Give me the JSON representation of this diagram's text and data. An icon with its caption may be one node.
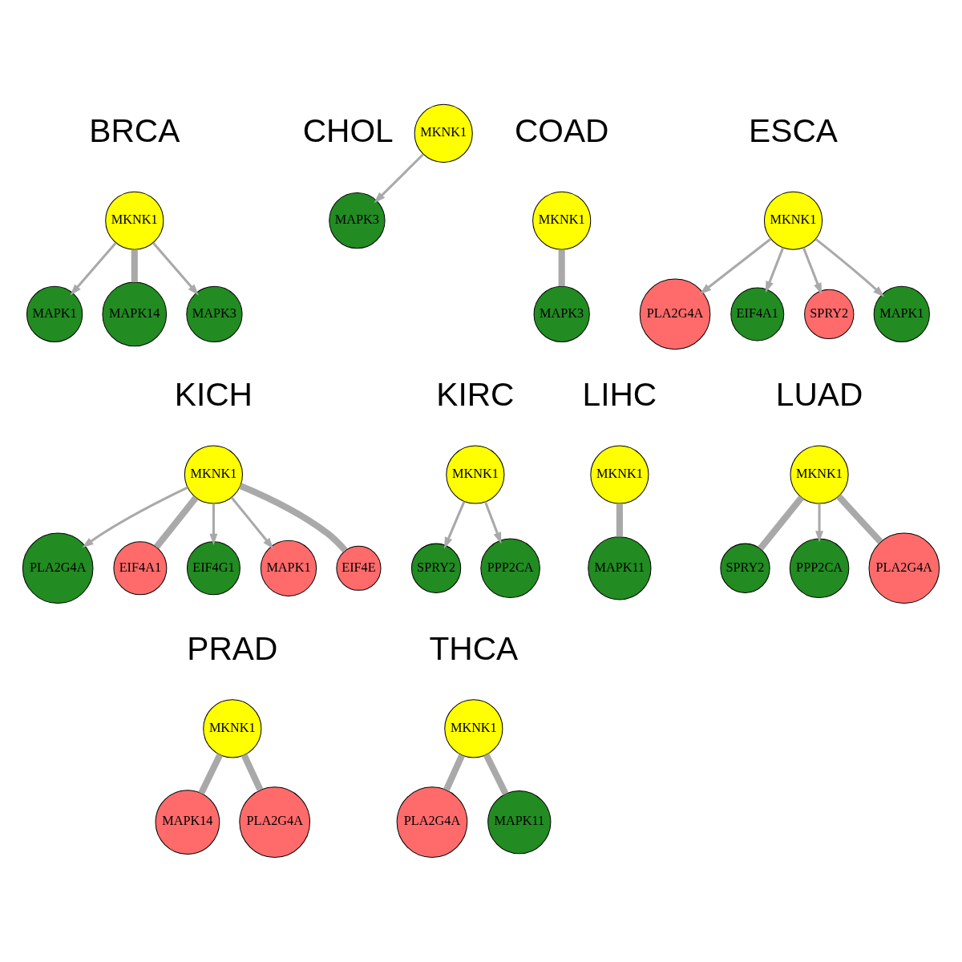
{
  "diagram": {
    "nodes": [
      {
        "text": [
          "MAPK1"
        ]
      },
      {
        "text": [
          "MAPK14"
        ]
      },
      {
        "text": [
          "MKNK1"
        ]
      },
      {
        "text": [
          "MAPK3"
        ]
      },
      {
        "text": [
          "MAPK3"
        ]
      },
      {
        "text": [
          "MKNK1"
        ]
      },
      {
        "text": [
          "MKNK1"
        ]
      },
      {
        "text": [
          "MAPK3"
        ]
      },
      {
        "text": [
          "PLA2G4A"
        ]
      },
      {
        "text": [
          "EIF4A1"
        ]
      },
      {
        "text": [
          "MKNK1"
        ]
      },
      {
        "text": [
          "SPRY2"
        ]
      },
      {
        "text": [
          "MAPK1"
        ]
      },
      {
        "text": [
          "PLA2G4A"
        ]
      },
      {
        "text": [
          "EIF4A1"
        ]
      },
      {
        "text": [
          "EIF4G1"
        ]
      },
      {
        "text": [
          "MKNK1"
        ]
      },
      {
        "text": [
          "MAPK1"
        ]
      },
      {
        "text": [
          "EIF4E"
        ]
      },
      {
        "text": [
          "SPRY2"
        ]
      },
      {
        "text": [
          "MKNK1"
        ]
      },
      {
        "text": [
          "PPP2CA"
        ]
      },
      {
        "text": [
          "MKNK1"
        ]
      },
      {
        "text": [
          "MAPK11"
        ]
      },
      {
        "text": [
          "SPRY2"
        ]
      },
      {
        "text": [
          "PPP2CA"
        ]
      },
      {
        "text": [
          "MKNK1"
        ]
      },
      {
        "text": [
          "PLA2G4A"
        ]
      },
      {
        "text": [
          "MAPK14"
        ]
      },
      {
        "text": [
          "MKNK1"
        ]
      },
      {
        "text": [
          "PLA2G4A"
        ]
      },
      {
        "text": [
          "PLA2G4A"
        ]
      },
      {
        "text": [
          "MKNK1"
        ]
      },
      {
        "text": [
          "MAPK11"
        ]
      }
    ],
    "edges": [
      {
        "from": 2,
        "to": 0,
        "arrow": "to"
      },
      {
        "from": 2,
        "to": 1,
        "arrow": "none",
        "style": "thick"
      },
      {
        "from": 2,
        "to": 3,
        "arrow": "to"
      },
      {
        "from": 5,
        "to": 4,
        "arrow": "to"
      },
      {
        "from": 6,
        "to": 7,
        "arrow": "none",
        "style": "thick"
      },
      {
        "from": 10,
        "to": 8,
        "arrow": "to"
      },
      {
        "from": 10,
        "to": 9,
        "arrow": "to"
      },
      {
        "from": 10,
        "to": 11,
        "arrow": "to"
      },
      {
        "from": 10,
        "to": 12,
        "arrow": "to"
      },
      {
        "from": 16,
        "to": 13,
        "arrow": "to"
      },
      {
        "from": 16,
        "to": 14,
        "arrow": "none",
        "style": "thick"
      },
      {
        "from": 16,
        "to": 15,
        "arrow": "to"
      },
      {
        "from": 16,
        "to": 17,
        "arrow": "to"
      },
      {
        "from": 16,
        "to": 18,
        "arrow": "none",
        "style": "thick"
      },
      {
        "from": 20,
        "to": 19,
        "arrow": "to"
      },
      {
        "from": 20,
        "to": 21,
        "arrow": "to"
      },
      {
        "from": 22,
        "to": 23,
        "arrow": "none",
        "style": "thick"
      },
      {
        "from": 26,
        "to": 24,
        "arrow": "none",
        "style": "thick"
      },
      {
        "from": 26,
        "to": 25,
        "arrow": "to"
      },
      {
        "from": 26,
        "to": 27,
        "arrow": "none",
        "style": "thick"
      },
      {
        "from": 29,
        "to": 28,
        "arrow": "none",
        "style": "thick"
      },
      {
        "from": 29,
        "to": 30,
        "arrow": "none",
        "style": "thick"
      },
      {
        "from": 32,
        "to": 31,
        "arrow": "none",
        "style": "thick"
      },
      {
        "from": 32,
        "to": 33,
        "arrow": "none",
        "style": "thick"
      }
    ],
    "labels": [
      "BRCA",
      "CHOL",
      "COAD",
      "ESCA",
      "KICH",
      "KIRC",
      "LIHC",
      "LUAD",
      "PRAD",
      "THCA"
    ]
  }
}
